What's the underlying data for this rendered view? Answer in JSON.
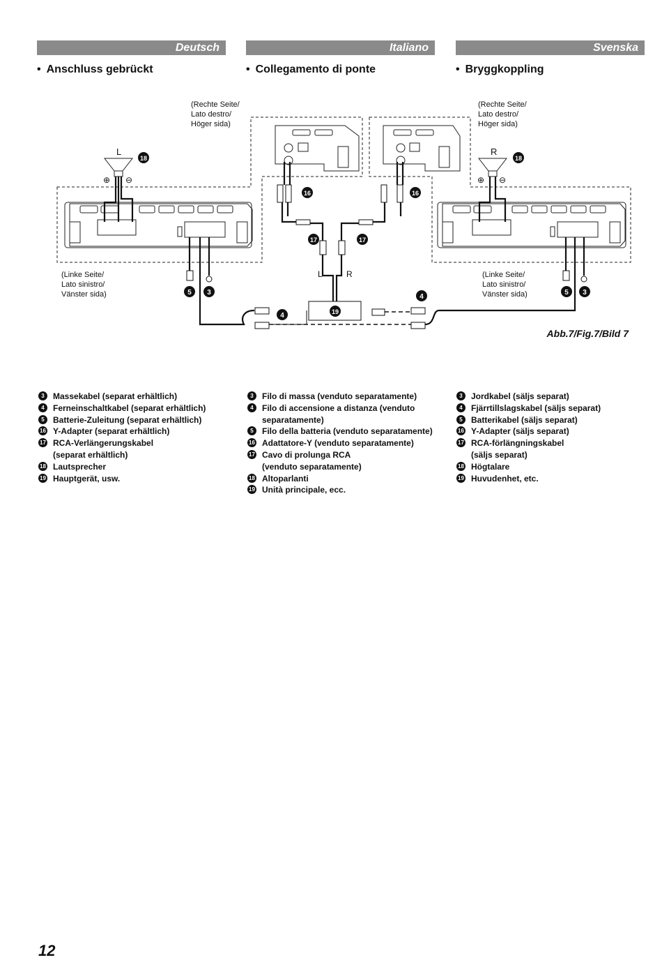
{
  "languages": [
    "Deutsch",
    "Italiano",
    "Svenska"
  ],
  "sections": [
    {
      "title": "Anschluss gebrückt"
    },
    {
      "title": "Collegamento di ponte"
    },
    {
      "title": "Bryggkoppling"
    }
  ],
  "figure": {
    "labels": {
      "right_side_left": "(Rechte Seite/\nLato destro/\nHöger sida)",
      "right_side_right": "(Rechte Seite/\nLato destro/\nHöger sida)",
      "left_side_left": "(Linke Seite/\nLato sinistro/\nVänster sida)",
      "left_side_right": "(Linke Seite/\nLato sinistro/\nVänster sida)",
      "speaker_l": "L",
      "speaker_r": "R",
      "rca_l": "L",
      "rca_r": "R",
      "plus": "⊕",
      "minus": "⊖"
    },
    "callouts": {
      "n3": "3",
      "n4": "4",
      "n5": "5",
      "n16": "16",
      "n17": "17",
      "n18": "18",
      "n19": "19"
    },
    "caption": "Abb.7/Fig.7/Bild 7"
  },
  "legends": [
    [
      {
        "num": "3",
        "text": "Massekabel (separat erhältlich)"
      },
      {
        "num": "4",
        "text": "Ferneinschaltkabel (separat erhältlich)"
      },
      {
        "num": "5",
        "text": "Batterie-Zuleitung (separat erhältlich)"
      },
      {
        "num": "16",
        "text": "Y-Adapter (separat erhältlich)"
      },
      {
        "num": "17",
        "text": "RCA-Verlängerungskabel\n(separat erhältlich)"
      },
      {
        "num": "18",
        "text": "Lautsprecher"
      },
      {
        "num": "19",
        "text": "Hauptgerät, usw."
      }
    ],
    [
      {
        "num": "3",
        "text": "Filo di massa (venduto separatamente)"
      },
      {
        "num": "4",
        "text": "Filo di accensione a distanza (venduto\nseparatamente)"
      },
      {
        "num": "5",
        "text": "Filo della batteria (venduto separatamente)"
      },
      {
        "num": "16",
        "text": "Adattatore-Y (venduto separatamente)"
      },
      {
        "num": "17",
        "text": "Cavo di prolunga RCA\n(venduto separatamente)"
      },
      {
        "num": "18",
        "text": "Altoparlanti"
      },
      {
        "num": "19",
        "text": "Unità principale, ecc."
      }
    ],
    [
      {
        "num": "3",
        "text": "Jordkabel (säljs separat)"
      },
      {
        "num": "4",
        "text": "Fjärrtillslagskabel (säljs separat)"
      },
      {
        "num": "5",
        "text": "Batterikabel (säljs separat)"
      },
      {
        "num": "16",
        "text": "Y-Adapter (säljs separat)"
      },
      {
        "num": "17",
        "text": "RCA-förlängningskabel\n(säljs separat)"
      },
      {
        "num": "18",
        "text": "Högtalare"
      },
      {
        "num": "19",
        "text": "Huvudenhet, etc."
      }
    ]
  ],
  "page_number": "12"
}
